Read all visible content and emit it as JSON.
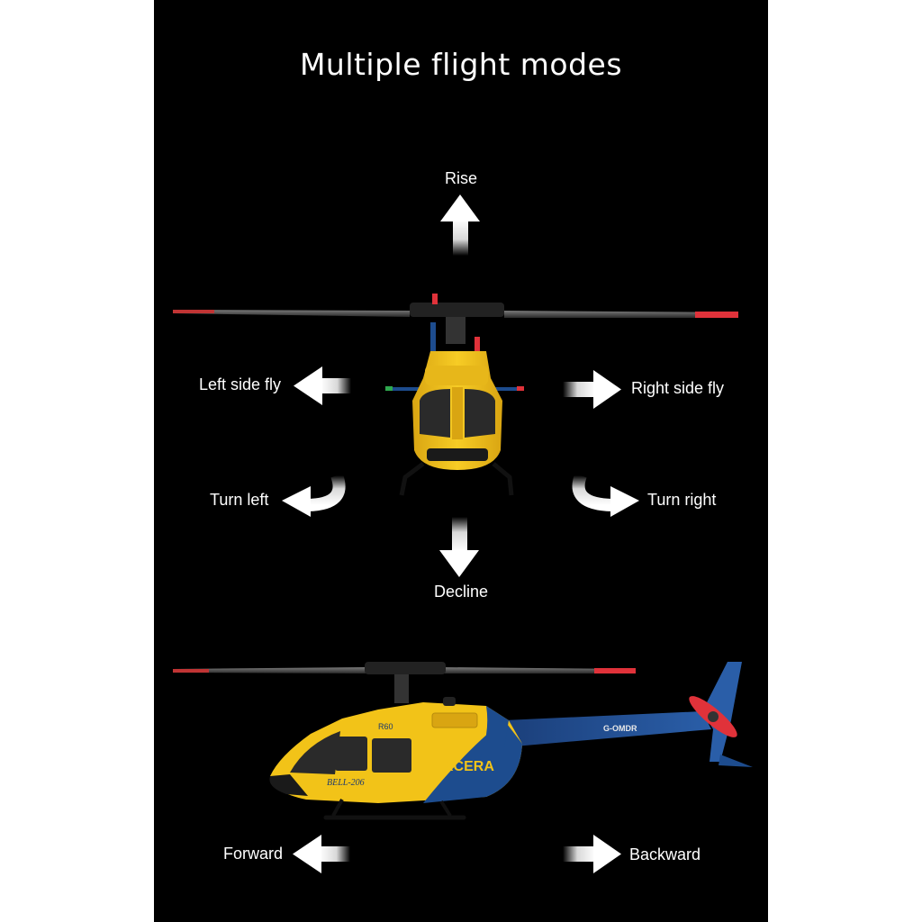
{
  "title": "Multiple flight modes",
  "modes": {
    "rise": "Rise",
    "decline": "Decline",
    "left_side_fly": "Left side fly",
    "right_side_fly": "Right side fly",
    "turn_left": "Turn left",
    "turn_right": "Turn right",
    "forward": "Forward",
    "backward": "Backward"
  },
  "helicopter": {
    "brand": "RCERA",
    "model_badge": "BELL-206",
    "code": "R60",
    "registration": "G-OMDR"
  },
  "colors": {
    "background": "#000000",
    "body_yellow": "#f2c318",
    "body_blue": "#1d4c8e",
    "blade_tip_red": "#e0323a",
    "text": "#ffffff"
  }
}
